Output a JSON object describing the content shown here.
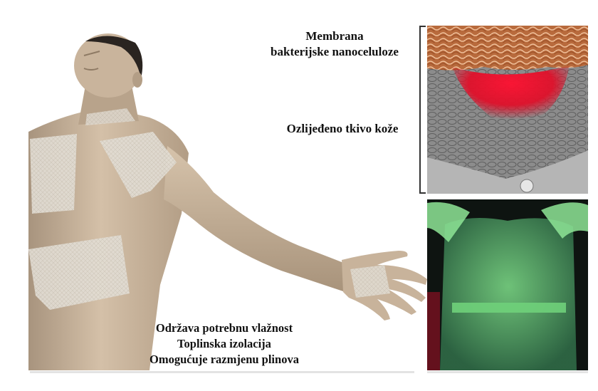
{
  "labels": {
    "membrane_line1": "Membrana",
    "membrane_line2": "bakterijske nanoceluloze",
    "tissue": "Ozlijeđeno tkivo kože"
  },
  "benefits": [
    "Održava potrebnu vlažnost",
    "Toplinska izolacija",
    "Omogućuje razmjenu plinova"
  ],
  "colors": {
    "skin": "#cdb8a0",
    "skin_shadow": "#9e8a74",
    "membrane_patch": "#e4e0d8",
    "cellulose_fibers": "#c9784a",
    "wound_red": "#e0102a",
    "tissue_gray": "#8e8e8e",
    "fluorescent_green": "#7fe08a"
  },
  "icons": {
    "figure": "human-torso-figure",
    "micrograph": "sem-micrograph",
    "photo": "fluorescent-mannequin-photo"
  }
}
